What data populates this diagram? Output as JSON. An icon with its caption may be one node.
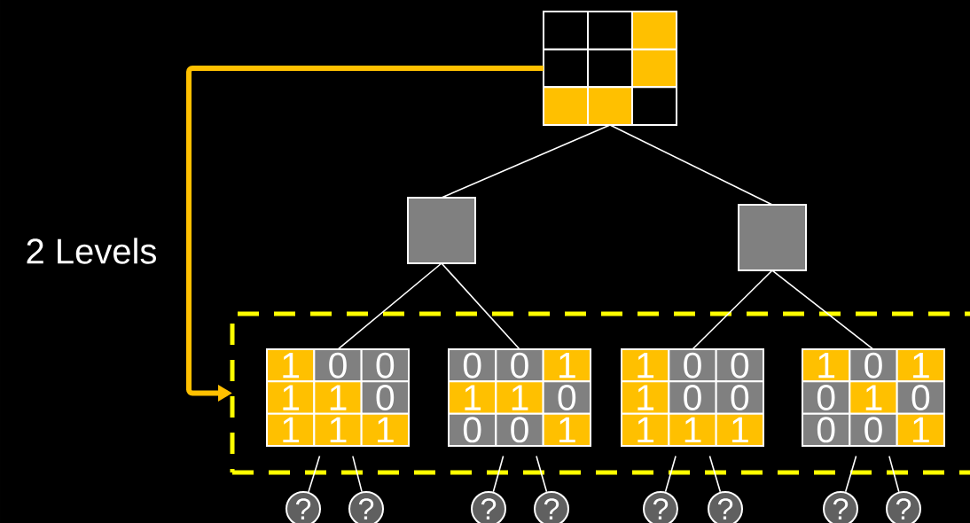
{
  "diagram": {
    "nodes": [
      {
        "text": [],
        "shape": "box"
      },
      {
        "text": [],
        "shape": "box"
      },
      {
        "text": [],
        "shape": "box"
      },
      {
        "text": [],
        "shape": "box"
      },
      {
        "text": [
          "1",
          "0",
          "0",
          "1",
          "1",
          "0",
          "1",
          "1",
          "1"
        ],
        "in": 3
      },
      {
        "text": [
          "0",
          "0",
          "1",
          "1",
          "1",
          "0",
          "0",
          "0",
          "1"
        ],
        "in": 3
      },
      {
        "text": [
          "1",
          "0",
          "0",
          "1",
          "0",
          "0",
          "1",
          "1",
          "1"
        ],
        "in": 3
      },
      {
        "text": [
          "1",
          "0",
          "1",
          "0",
          "1",
          "0",
          "0",
          "0",
          "1"
        ],
        "in": 3
      },
      {
        "text": [
          "?"
        ]
      },
      {
        "text": [
          "?"
        ]
      },
      {
        "text": [
          "?"
        ]
      },
      {
        "text": [
          "?"
        ]
      },
      {
        "text": [
          "?"
        ]
      },
      {
        "text": [
          "?"
        ]
      },
      {
        "text": [
          "?"
        ]
      },
      {
        "text": [
          "?"
        ]
      }
    ],
    "edges": [
      {
        "from": 0,
        "to": 1,
        "arrow": "none"
      },
      {
        "from": 0,
        "to": 2,
        "arrow": "none"
      },
      {
        "from": 1,
        "to": 4,
        "arrow": "none"
      },
      {
        "from": 1,
        "to": 5,
        "arrow": "none"
      },
      {
        "from": 2,
        "to": 6,
        "arrow": "none"
      },
      {
        "from": 2,
        "to": 7,
        "arrow": "none"
      },
      {
        "from": 4,
        "to": 8,
        "arrow": "none"
      },
      {
        "from": 4,
        "to": 9,
        "arrow": "none"
      },
      {
        "from": 5,
        "to": 10,
        "arrow": "none"
      },
      {
        "from": 5,
        "to": 11,
        "arrow": "none"
      },
      {
        "from": 6,
        "to": 12,
        "arrow": "none"
      },
      {
        "from": 6,
        "to": 13,
        "arrow": "none"
      },
      {
        "from": 7,
        "to": 14,
        "arrow": "none"
      },
      {
        "from": 7,
        "to": 15,
        "arrow": "none"
      },
      {
        "from": 0,
        "to": 3,
        "arrow": "to",
        "style": "thick",
        "color": "#ffc000"
      }
    ],
    "labels": [
      "2 Levels"
    ]
  }
}
